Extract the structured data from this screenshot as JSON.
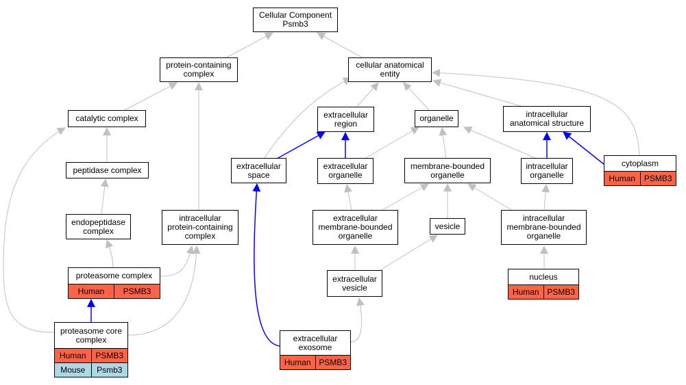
{
  "colors": {
    "human_row": "#ff6347",
    "mouse_row": "#add8e6",
    "edge_gray": "#c0c0c0",
    "edge_blue": "#0000ff"
  },
  "nodes": {
    "root": {
      "label": "Cellular Component\nPsmb3"
    },
    "protein_containing_complex": {
      "label": "protein-containing\ncomplex"
    },
    "cellular_anatomical_entity": {
      "label": "cellular anatomical\nentity"
    },
    "catalytic_complex": {
      "label": "catalytic complex"
    },
    "peptidase_complex": {
      "label": "peptidase complex"
    },
    "endopeptidase_complex": {
      "label": "endopeptidase\ncomplex"
    },
    "intracellular_protein_containing_complex": {
      "label": "intracellular\nprotein-containing\ncomplex"
    },
    "proteasome_complex": {
      "label": "proteasome complex",
      "human": {
        "species": "Human",
        "gene": "PSMB3"
      }
    },
    "proteasome_core_complex": {
      "label": "proteasome core\ncomplex",
      "human": {
        "species": "Human",
        "gene": "PSMB3"
      },
      "mouse": {
        "species": "Mouse",
        "gene": "Psmb3"
      }
    },
    "extracellular_region": {
      "label": "extracellular\nregion"
    },
    "organelle": {
      "label": "organelle"
    },
    "intracellular_anatomical_structure": {
      "label": "intracellular\nanatomical structure"
    },
    "extracellular_space": {
      "label": "extracellular\nspace"
    },
    "extracellular_organelle": {
      "label": "extracellular\norganelle"
    },
    "membrane_bounded_organelle": {
      "label": "membrane-bounded\norganelle"
    },
    "intracellular_organelle": {
      "label": "intracellular\norganelle"
    },
    "cytoplasm": {
      "label": "cytoplasm",
      "human": {
        "species": "Human",
        "gene": "PSMB3"
      }
    },
    "extracellular_membrane_bounded_organelle": {
      "label": "extracellular\nmembrane-bounded\norganelle"
    },
    "vesicle": {
      "label": "vesicle"
    },
    "intracellular_membrane_bounded_organelle": {
      "label": "intracellular\nmembrane-bounded\norganelle"
    },
    "extracellular_vesicle": {
      "label": "extracellular\nvesicle"
    },
    "nucleus": {
      "label": "nucleus",
      "human": {
        "species": "Human",
        "gene": "PSMB3"
      }
    },
    "extracellular_exosome": {
      "label": "extracellular\nexosome",
      "human": {
        "species": "Human",
        "gene": "PSMB3"
      }
    }
  }
}
